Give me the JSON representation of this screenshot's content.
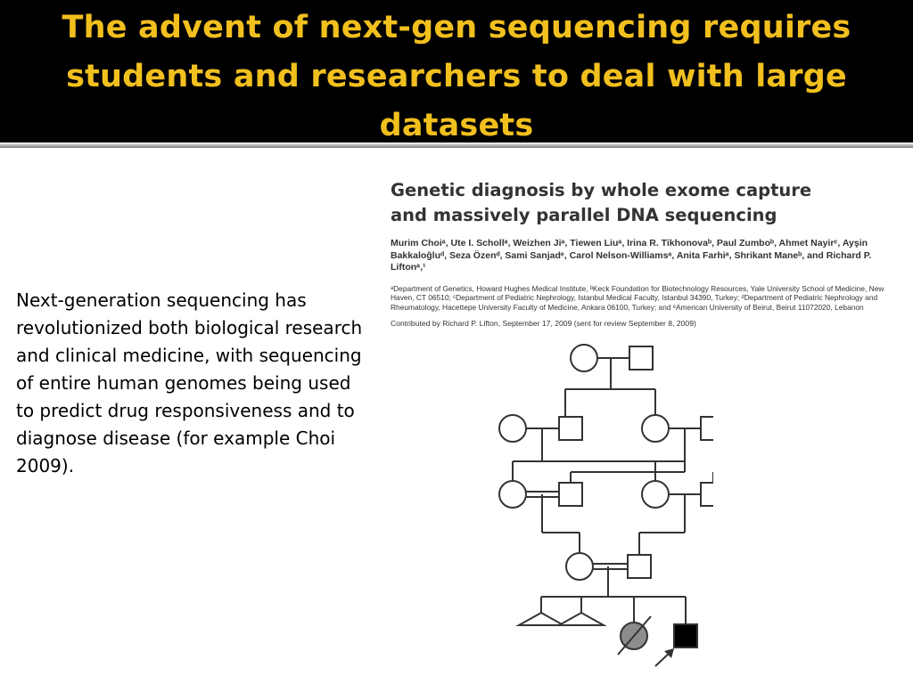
{
  "slide": {
    "title": "The advent of next-gen sequencing requires students and researchers to deal with large datasets",
    "body": "Next-generation sequencing has revolutionized both biological research and clinical medicine, with sequencing of entire human genomes being used to predict drug responsiveness and to diagnose disease (for example Choi 2009)."
  },
  "paper": {
    "title": "Genetic diagnosis by whole exome capture and massively parallel DNA sequencing",
    "authors": "Murim Choiᵃ, Ute I. Schollᵃ, Weizhen Jiᵃ, Tiewen Liuᵃ, Irina R. Tikhonovaᵇ, Paul Zumboᵇ, Ahmet Nayirᶜ, Ayşin Bakkaloğluᵈ, Seza Özenᵈ, Sami Sanjadᵉ, Carol Nelson-Williamsᵃ, Anita Farhiᵃ, Shrikant Maneᵇ, and Richard P. Liftonᵃ,¹",
    "affiliations": "ᵃDepartment of Genetics, Howard Hughes Medical Institute, ᵇKeck Foundation for Biotechnology Resources, Yale University School of Medicine, New Haven, CT 06510; ᶜDepartment of Pediatric Nephrology, Istanbul Medical Faculty, Istanbul 34390, Turkey; ᵈDepartment of Pediatric Nephrology and Rheumatology, Hacettepe University Faculty of Medicine, Ankara 06100, Turkey; and ᵉAmerican University of Beirut, Beirut 11072020, Lebanon",
    "contributed": "Contributed by Richard P. Lifton, September 17, 2009 (sent for review September 8, 2009)"
  },
  "pedigree": {
    "generations": [
      {
        "generation": 1,
        "members": [
          {
            "sex": "female",
            "status": "unaffected"
          },
          {
            "sex": "male",
            "status": "unaffected"
          }
        ]
      },
      {
        "generation": 2,
        "members": [
          {
            "sex": "female",
            "status": "unaffected"
          },
          {
            "sex": "male",
            "status": "unaffected"
          },
          {
            "sex": "female",
            "status": "unaffected"
          },
          {
            "sex": "male",
            "status": "unaffected"
          }
        ]
      },
      {
        "generation": 3,
        "members": [
          {
            "sex": "female",
            "status": "unaffected"
          },
          {
            "sex": "male",
            "status": "unaffected"
          },
          {
            "sex": "female",
            "status": "unaffected"
          },
          {
            "sex": "male",
            "status": "unaffected"
          }
        ],
        "consanguineous_union": true
      },
      {
        "generation": 4,
        "members": [
          {
            "sex": "female",
            "status": "unaffected"
          },
          {
            "sex": "male",
            "status": "unaffected"
          }
        ],
        "consanguineous_union": true
      },
      {
        "generation": 5,
        "members": [
          {
            "sex": "unknown",
            "status": "miscarriage"
          },
          {
            "sex": "unknown",
            "status": "miscarriage"
          },
          {
            "sex": "female",
            "status": "deceased-affected"
          },
          {
            "sex": "male",
            "status": "affected",
            "proband": true
          }
        ]
      }
    ],
    "colors": {
      "line": "#333333",
      "affected": "#000000",
      "deceased_fill": "#8c8c8c"
    }
  }
}
